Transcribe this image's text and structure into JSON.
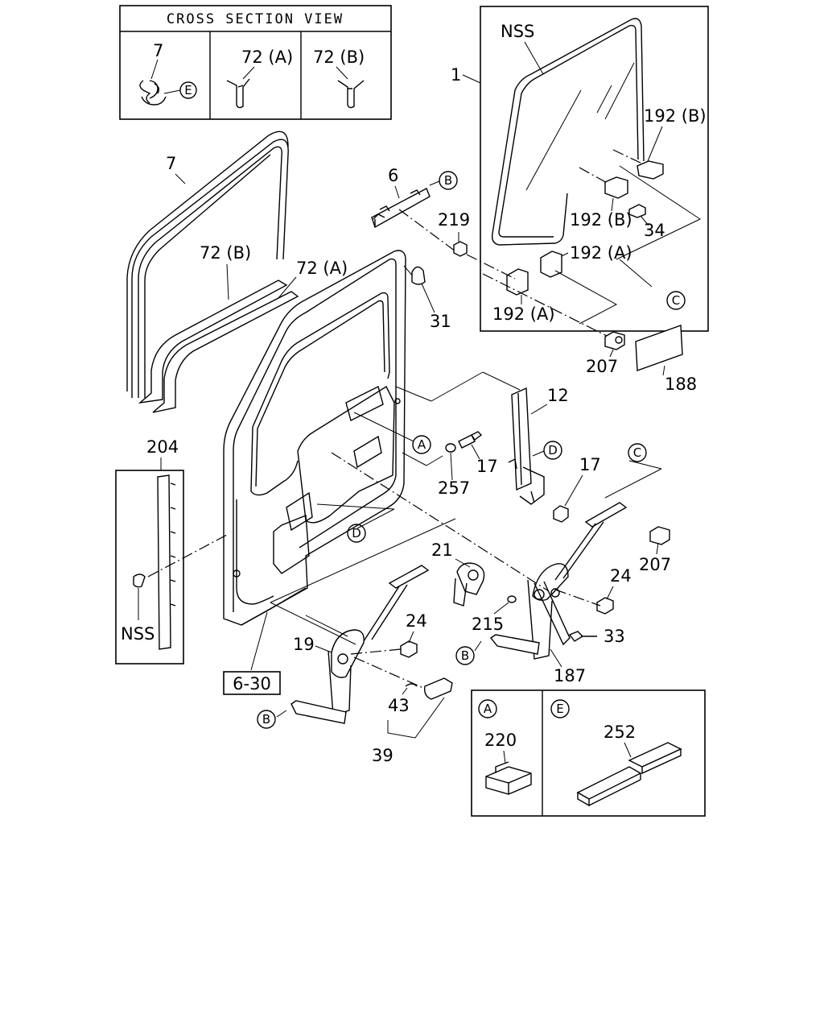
{
  "cross_section": {
    "title": "CROSS SECTION VIEW",
    "cell_labels": [
      "7",
      "72 (A)",
      "72 (B)"
    ],
    "ref_e": "E"
  },
  "labels": {
    "nss_glass": "NSS",
    "p1": "1",
    "p192b_1": "192 (B)",
    "p192b_2": "192 (B)",
    "p34": "34",
    "p192a_1": "192 (A)",
    "p192a_2": "192 (A)",
    "p6": "6",
    "p219": "219",
    "p7": "7",
    "p72b": "72 (B)",
    "p72a": "72 (A)",
    "p31": "31",
    "p207_1": "207",
    "p188": "188",
    "p12": "12",
    "p17_1": "17",
    "p17_2": "17",
    "p257": "257",
    "p204": "204",
    "nss_panel": "NSS",
    "p207_2": "207",
    "p21": "21",
    "p24_1": "24",
    "p24_2": "24",
    "p215": "215",
    "p33": "33",
    "p187": "187",
    "p19": "19",
    "p43": "43",
    "p39": "39",
    "ref_630": "6-30",
    "p220": "220",
    "p252": "252"
  },
  "refs": {
    "A": "A",
    "B": "B",
    "C": "C",
    "D": "D",
    "E": "E"
  }
}
